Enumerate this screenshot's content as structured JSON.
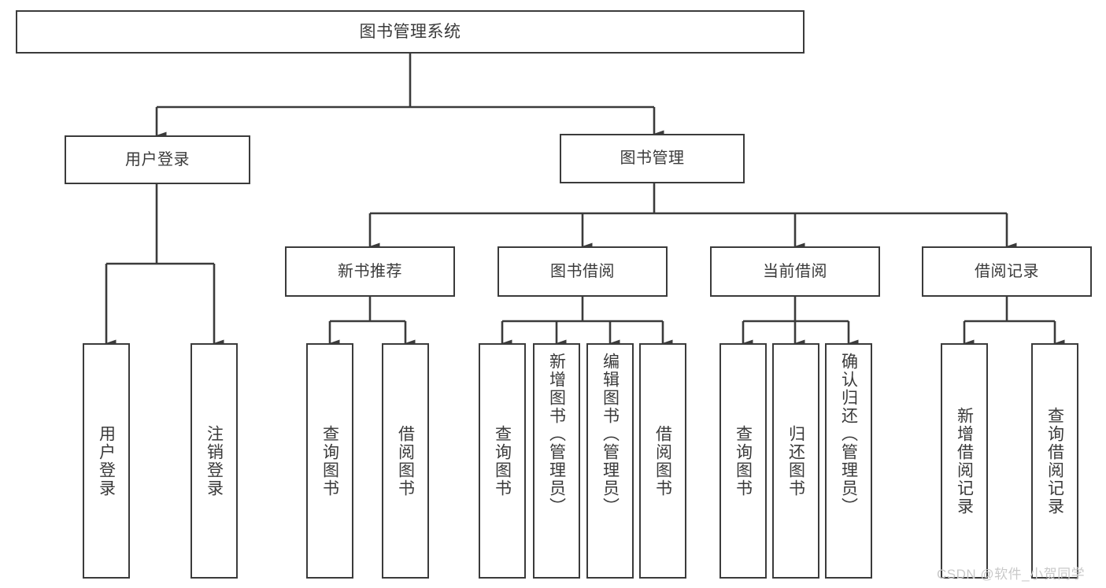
{
  "diagram": {
    "type": "tree-hierarchy",
    "title": "图书管理系统",
    "watermark": "CSDN @软件_小贺同学",
    "colors": {
      "box_border": "#3b3b3b",
      "box_fill": "#ffffff",
      "text": "#3a3a3a",
      "edge": "#3b3b3b",
      "watermark": "#c9c9c9",
      "background": "#ffffff"
    },
    "nodes": {
      "root": {
        "label": "图书管理系统"
      },
      "level1": [
        {
          "label": "用户登录"
        },
        {
          "label": "图书管理"
        }
      ],
      "level2": [
        {
          "label": "新书推荐"
        },
        {
          "label": "图书借阅"
        },
        {
          "label": "当前借阅"
        },
        {
          "label": "借阅记录"
        }
      ],
      "leaves": {
        "user_login": [
          {
            "label": "用户登录"
          },
          {
            "label": "注销登录"
          }
        ],
        "new_book_recommend": [
          {
            "label": "查询图书"
          },
          {
            "label": "借阅图书"
          }
        ],
        "book_borrow": [
          {
            "label": "查询图书"
          },
          {
            "label": "新增图书（管理员）"
          },
          {
            "label": "编辑图书（管理员）"
          },
          {
            "label": "借阅图书"
          }
        ],
        "current_borrow": [
          {
            "label": "查询图书"
          },
          {
            "label": "归还图书"
          },
          {
            "label": "确认归还（管理员）"
          }
        ],
        "borrow_record": [
          {
            "label": "新增借阅记录"
          },
          {
            "label": "查询借阅记录"
          }
        ]
      }
    }
  }
}
